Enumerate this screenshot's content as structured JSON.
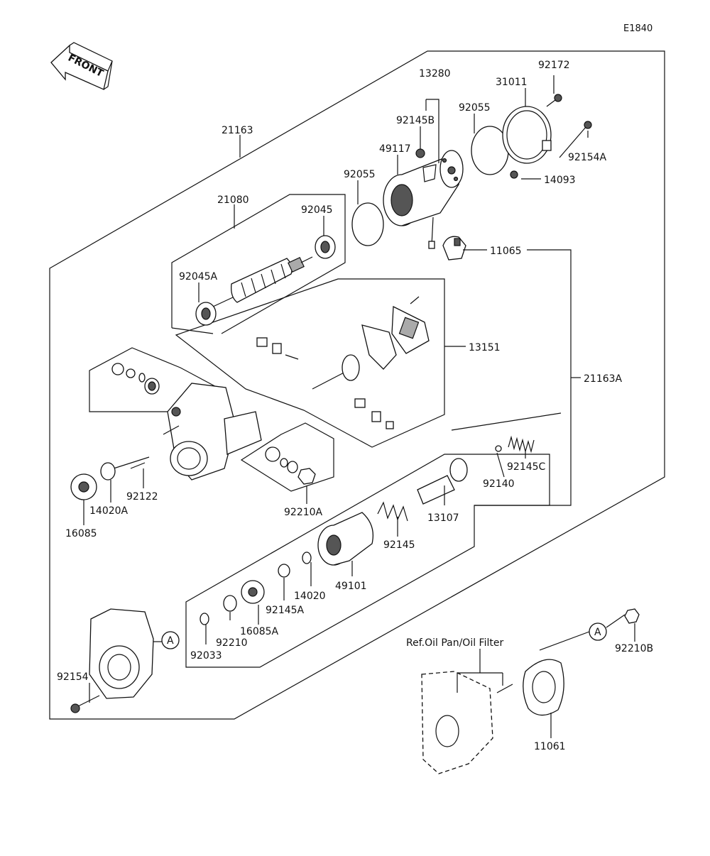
{
  "diagram_code": "E1840",
  "front_label": "FRONT",
  "ref_note": "Ref.Oil Pan/Oil Filter",
  "callout": "A",
  "parts": {
    "p21163": "21163",
    "p21163A": "21163A",
    "p21080": "21080",
    "p13280": "13280",
    "p92172": "92172",
    "p31011": "31011",
    "p92145B": "92145B",
    "p92055a": "92055",
    "p49117": "49117",
    "p92055b": "92055",
    "p92154A": "92154A",
    "p14093": "14093",
    "p92045": "92045",
    "p92045A": "92045A",
    "p11065": "11065",
    "p13151": "13151",
    "p92145C": "92145C",
    "p92140": "92140",
    "p13107": "13107",
    "p92122": "92122",
    "p14020A": "14020A",
    "p16085": "16085",
    "p92210A": "92210A",
    "p92145": "92145",
    "p49101": "49101",
    "p14020": "14020",
    "p92145A": "92145A",
    "p16085A": "16085A",
    "p92210": "92210",
    "p92033": "92033",
    "p92154": "92154",
    "p92210B": "92210B",
    "p11061": "11061"
  }
}
